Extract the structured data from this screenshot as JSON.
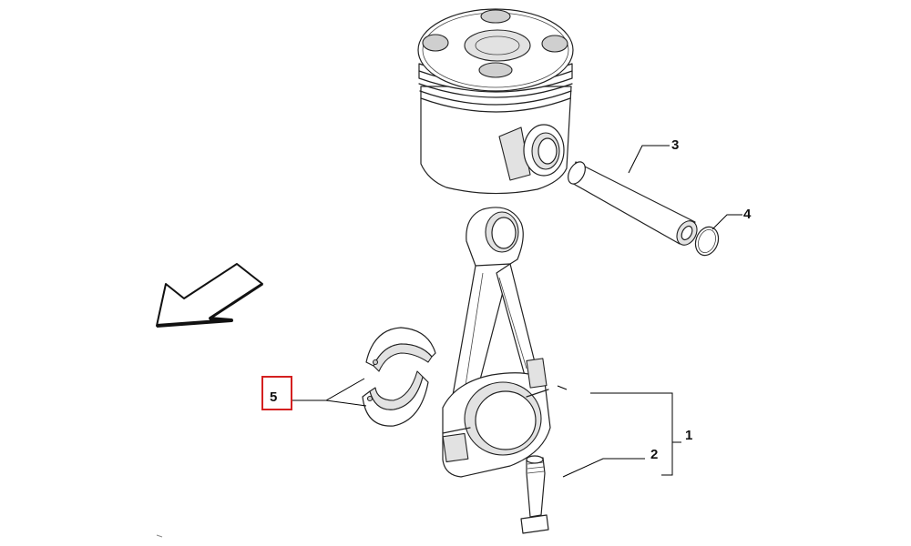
{
  "callouts": [
    {
      "id": "1",
      "label": "1"
    },
    {
      "id": "2",
      "label": "2"
    },
    {
      "id": "3",
      "label": "3"
    },
    {
      "id": "4",
      "label": "4"
    },
    {
      "id": "5",
      "label": "5",
      "highlighted": true
    }
  ],
  "colors": {
    "highlight": "#d42020",
    "line": "#222222",
    "shade": "#e2e2e2"
  }
}
